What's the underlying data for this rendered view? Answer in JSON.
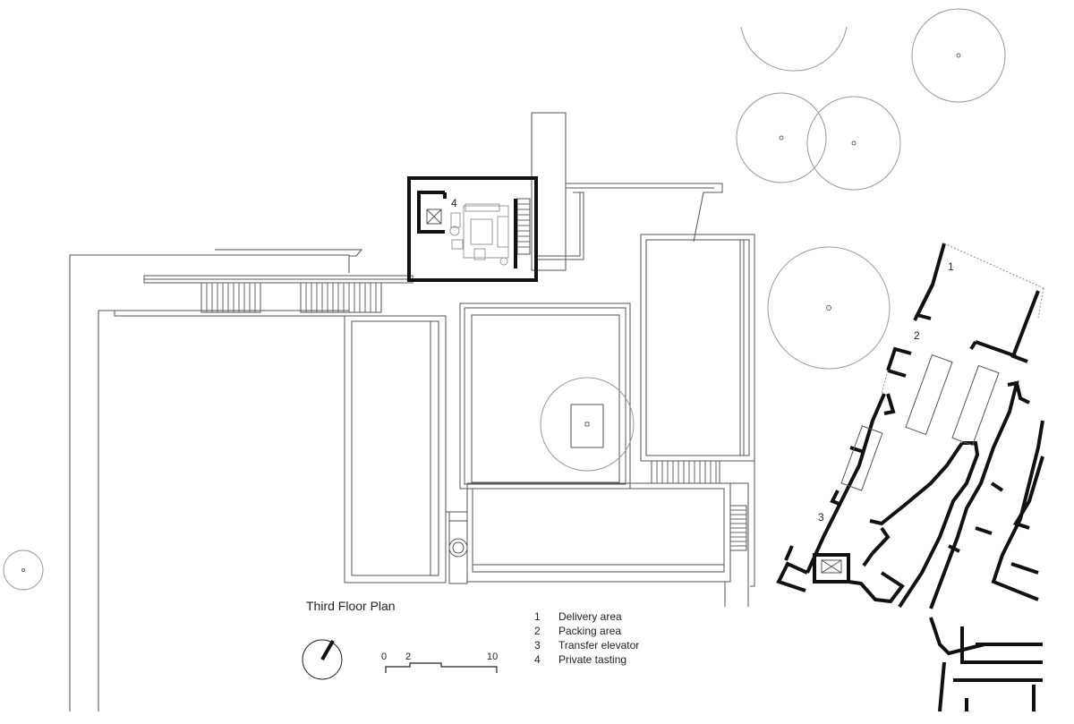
{
  "title": "Third Floor Plan",
  "legend": [
    {
      "number": "1",
      "label": "Delivery area"
    },
    {
      "number": "2",
      "label": "Packing area"
    },
    {
      "number": "3",
      "label": "Transfer elevator"
    },
    {
      "number": "4",
      "label": "Private tasting"
    }
  ],
  "room_tags": {
    "delivery": "1",
    "packing": "2",
    "elevator": "3",
    "tasting": "4"
  },
  "scale_bar": {
    "labels": [
      "0",
      "2",
      "10"
    ]
  }
}
